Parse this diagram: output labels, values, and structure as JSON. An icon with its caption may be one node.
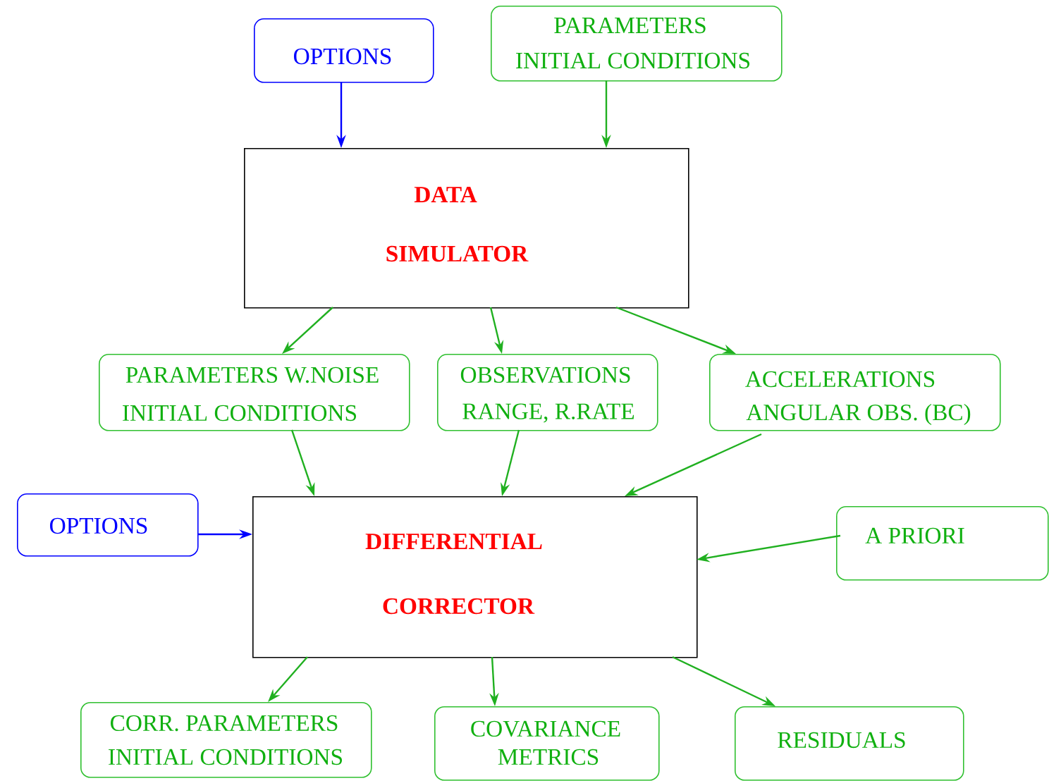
{
  "diagram": {
    "nodes": [
      {
        "text": [
          "OPTIONS"
        ]
      },
      {
        "text": [
          "PARAMETERS",
          "INITIAL CONDITIONS"
        ]
      },
      {
        "text": [
          "DATA",
          "SIMULATOR"
        ]
      },
      {
        "text": [
          "PARAMETERS W.NOISE",
          "INITIAL CONDITIONS"
        ]
      },
      {
        "text": [
          "OBSERVATIONS",
          "RANGE, R.RATE"
        ]
      },
      {
        "text": [
          "ACCELERATIONS",
          "ANGULAR OBS. (BC)"
        ]
      },
      {
        "text": [
          "OPTIONS"
        ]
      },
      {
        "text": [
          "DIFFERENTIAL",
          "CORRECTOR"
        ]
      },
      {
        "text": [
          "A PRIORI"
        ]
      },
      {
        "text": [
          "CORR. PARAMETERS",
          "INITIAL CONDITIONS"
        ]
      },
      {
        "text": [
          "COVARIANCE",
          "METRICS"
        ]
      },
      {
        "text": [
          "RESIDUALS"
        ]
      }
    ],
    "edges": [
      {
        "from": 0,
        "to": 2,
        "arrow": "to",
        "color": "#0000ff"
      },
      {
        "from": 1,
        "to": 2,
        "arrow": "to"
      },
      {
        "from": 2,
        "to": 3,
        "arrow": "to"
      },
      {
        "from": 2,
        "to": 4,
        "arrow": "to"
      },
      {
        "from": 2,
        "to": 5,
        "arrow": "to"
      },
      {
        "from": 3,
        "to": 7,
        "arrow": "to"
      },
      {
        "from": 4,
        "to": 7,
        "arrow": "to"
      },
      {
        "from": 5,
        "to": 7,
        "arrow": "to"
      },
      {
        "from": 6,
        "to": 7,
        "arrow": "to",
        "color": "#0000ff"
      },
      {
        "from": 8,
        "to": 7,
        "arrow": "to"
      },
      {
        "from": 7,
        "to": 9,
        "arrow": "to"
      },
      {
        "from": 7,
        "to": 10,
        "arrow": "to"
      },
      {
        "from": 7,
        "to": 11,
        "arrow": "to"
      }
    ]
  }
}
